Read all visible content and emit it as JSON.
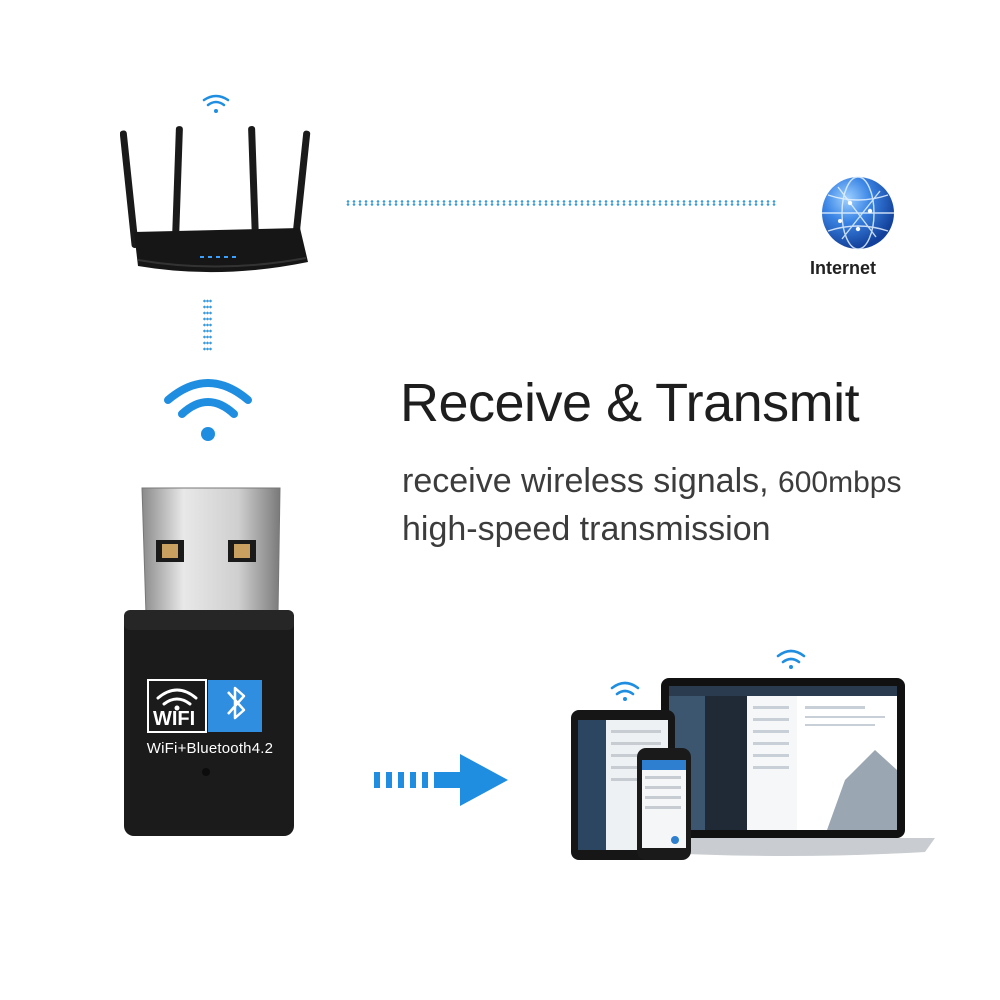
{
  "heading": "Receive & Transmit",
  "subtitle": {
    "line1_text": "receive wireless signals,",
    "line1_speed": "600mbps",
    "line2": "high-speed transmission"
  },
  "internet": {
    "label": "Internet",
    "icon": "globe-icon"
  },
  "dongle": {
    "badge_wifi": "WIFI",
    "label": "WiFi+Bluetooth4.2",
    "icons": [
      "wifi-icon",
      "bluetooth-icon"
    ]
  },
  "colors": {
    "accent_blue": "#1f8ee0",
    "dongle_body": "#1b1b1b",
    "text_dark": "#1e1e1e",
    "globe_blue": "#2b6fd0"
  }
}
